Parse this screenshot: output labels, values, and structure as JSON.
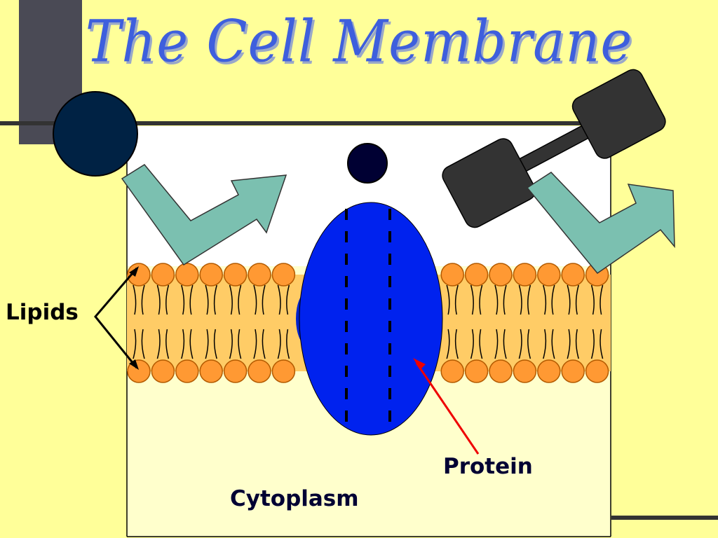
{
  "slide": {
    "title": "The Cell Membrane",
    "labels": {
      "lipids": "Lipids",
      "protein": "Protein",
      "cytoplasm": "Cytoplasm"
    }
  },
  "colors": {
    "background": "#FFFF99",
    "title": "#3E5FDD",
    "lipid_head": "#FF9933",
    "lipid_tail_band": "#FFCC66",
    "protein": "#0022EE",
    "arrow": "#7BC0B0",
    "molecule_dark": "#333333",
    "molecule_navy": "#002244",
    "pointer_red": "#EE0000"
  },
  "icons": [
    "round-molecule-icon",
    "small-molecule-icon",
    "dumbbell-molecule-icon",
    "transport-arrow-icon"
  ]
}
